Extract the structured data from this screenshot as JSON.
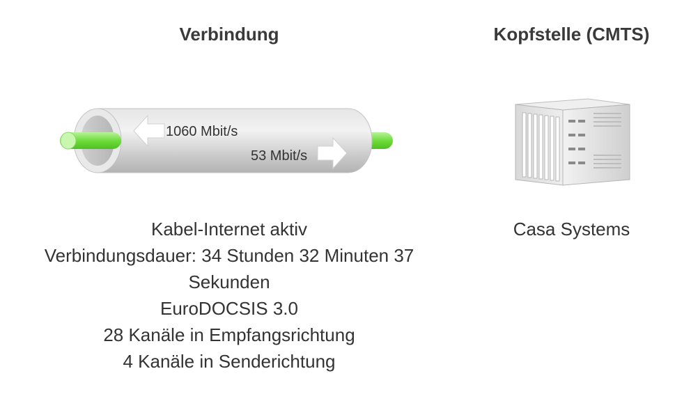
{
  "connection": {
    "heading": "Verbindung",
    "downstream_rate": "1060 Mbit/s",
    "upstream_rate": "53 Mbit/s",
    "status_lines": [
      "Kabel-Internet aktiv",
      "Verbindungsdauer: 34 Stunden 32 Minuten 37",
      "Sekunden",
      "EuroDOCSIS 3.0",
      "28 Kanäle in Empfangsrichtung",
      "4 Kanäle in Senderichtung"
    ]
  },
  "headend": {
    "heading": "Kopfstelle (CMTS)",
    "vendor": "Casa Systems"
  },
  "colors": {
    "cable_core": "#6fdc3c",
    "pipe": "#d9d9d9",
    "text": "#333333"
  }
}
